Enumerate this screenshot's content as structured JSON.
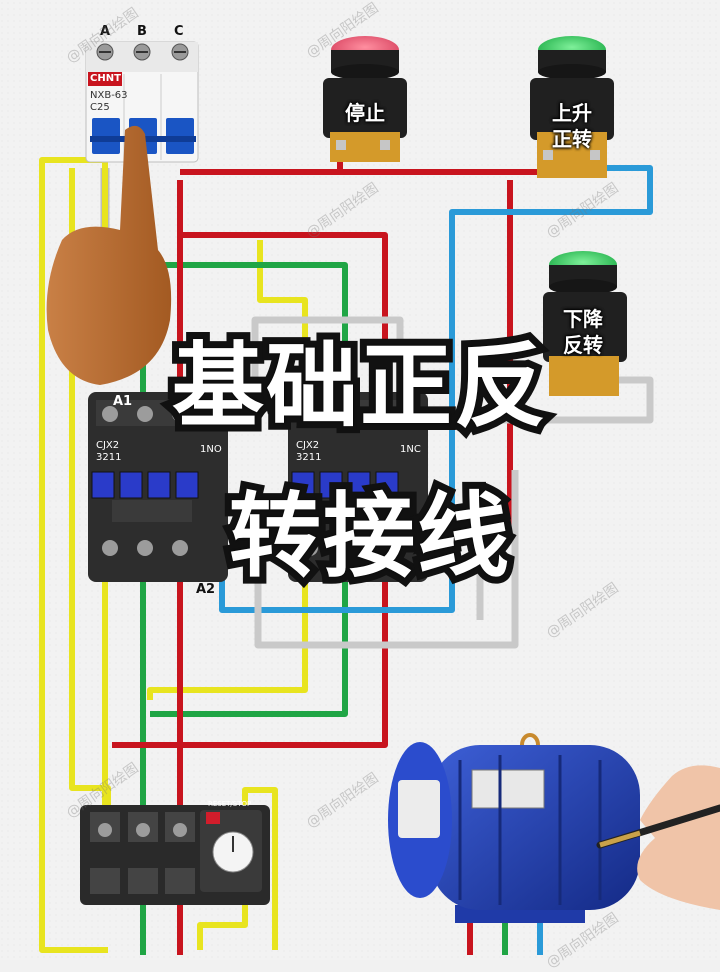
{
  "title": {
    "line1": "基础正反",
    "line2": "转接线"
  },
  "breaker": {
    "phases": [
      "A",
      "B",
      "C"
    ],
    "brand": "CHNT",
    "model": "NXB-63",
    "rating": "C25"
  },
  "buttons": {
    "stop": "停止",
    "up_forward": "上升\n正转",
    "down_reverse": "下降\n反转"
  },
  "contactor": {
    "model_line1": "CJX2",
    "model_line2": "3211",
    "coil_a1": "A1",
    "coil_a2": "A2",
    "aux_label_1": "1NO",
    "aux_label_2": "1NC"
  },
  "overload_relay": {
    "reset_label": "RESET/STOP"
  },
  "watermark": "@周向阳绘图",
  "colors": {
    "phase_a": "#e6e61e",
    "phase_b": "#21a845",
    "phase_c": "#d31f1f",
    "control_red": "#c8141e",
    "control_blue": "#2a9ad8",
    "control_white": "#d8d8d8",
    "motor_blue": "#1f3aa8",
    "contactor_body": "#2d2d2d",
    "breaker_blue": "#1a55c4"
  }
}
